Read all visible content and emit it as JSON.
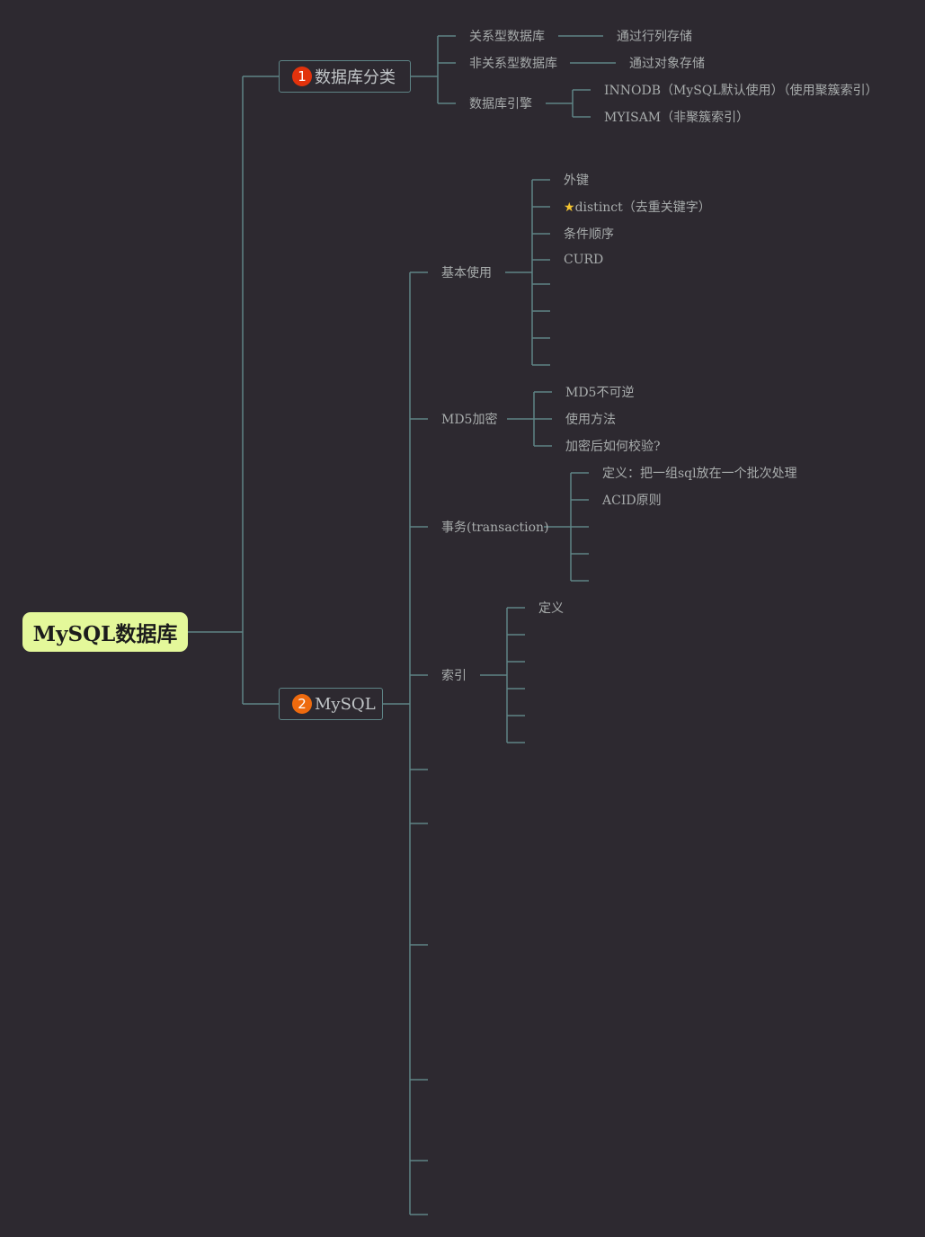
{
  "root": {
    "label": "MySQL数据库",
    "color": "#e4f89a"
  },
  "line_color": "#5e8486",
  "branches": [
    {
      "badge": "1",
      "badge_color": "#e2320c",
      "label": "数据库分类",
      "children": [
        {
          "label": "关系型数据库",
          "child": "通过行列存储"
        },
        {
          "label": "非关系型数据库",
          "child": "通过对象存储"
        },
        {
          "label": "数据库引擎",
          "children": [
            "INNODB（MySQL默认使用）（使用聚簇索引）",
            "MYISAM（非聚簇索引）"
          ]
        }
      ]
    },
    {
      "badge": "2",
      "badge_color": "#ee6a0e",
      "label": "MySQL",
      "children": [
        {
          "label": "基本使用",
          "star_icon": "star-icon",
          "children": [
            "外键",
            "distinct（去重关键字）",
            "条件顺序",
            "CURD",
            "",
            "",
            "",
            ""
          ]
        },
        {
          "label": "MD5加密",
          "children": [
            "MD5不可逆",
            "使用方法",
            "加密后如何校验?"
          ]
        },
        {
          "label": "事务(transaction)",
          "children": [
            "定义：把一组sql放在一个批次处理",
            "ACID原则",
            "",
            "",
            ""
          ]
        },
        {
          "label": "索引",
          "children": [
            "定义",
            "",
            "",
            "",
            "",
            ""
          ]
        },
        {
          "label": ""
        },
        {
          "label": ""
        },
        {
          "label": ""
        },
        {
          "label": ""
        },
        {
          "label": ""
        },
        {
          "label": ""
        }
      ]
    }
  ]
}
